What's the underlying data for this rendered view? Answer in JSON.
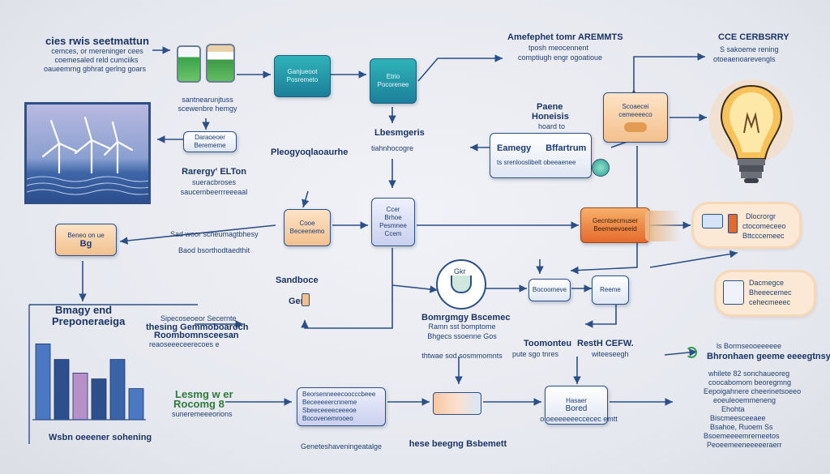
{
  "title_block": {
    "line1": "cies rwis seetmattun",
    "line2": "cemces, or mereninger cees",
    "line3": "coemesaled reld cumciiks",
    "line4": "oaueemrng gbhrat gerlng goars"
  },
  "top_center": {
    "line1": "Amefephet tomr AREMMTS",
    "line2": "tposh meocennent",
    "line3": "comptiugh engr ogoatioue"
  },
  "top_right": {
    "line1": "CCE CERBSRRY",
    "line2": "S sakoeme rening",
    "line3": "otoeaenoarevengls"
  },
  "batteries": {
    "line1": "santnearunjtuss",
    "line2": "scewenbre hemgy"
  },
  "teal_box_1": {
    "line1": "Ganjueoot",
    "line2": "Posremeto"
  },
  "teal_box_2": {
    "line1": "Etrio",
    "line2": "Pocorenee"
  },
  "wind": {
    "caption_box": "Daraoeoer",
    "caption_box2": "Berememe",
    "label1": "Rarergy' ELTon",
    "label2": "sueracbroses",
    "label3": "saucembeerrreeeaal"
  },
  "mid_labels": {
    "storage_left": "Pleogyoqlaoaurhe",
    "storage_right1": "Lbesmgeris",
    "storage_right2": "tiahnhocogre",
    "paene1": "Paene",
    "paene2": "Honeisis",
    "paene3": "hoard to"
  },
  "energy_box": {
    "line1": "Eamegy",
    "line2": "Bffartrum",
    "line3": "ts srenlooslibelt obeeaenee"
  },
  "bulb_box": {
    "line1": "Scoaecei",
    "line2": "cemeeeeco"
  },
  "left_small_box": {
    "line1": "Beneo on ue",
    "line2": "Bg"
  },
  "left_mid_labels": {
    "line1": "Sad woor scheumagtbhesy",
    "line2": "Baod bsorthodtaedthit"
  },
  "peach_box": {
    "line1": "Cooe",
    "line2": "Beceenemo"
  },
  "pale_box": {
    "line1": "Ccer",
    "line2": "Brhoe",
    "line3": "Pesmnee",
    "line4": "Ccem"
  },
  "orange_box": {
    "line1": "Gecntsecmuser",
    "line2": "Beemeevoeeid"
  },
  "right_blob_1": {
    "line1": "Dlocrorgr",
    "line2": "ctocomeceeo",
    "line3": "Bttcccemeec"
  },
  "right_blob_2": {
    "line1": "Dacmegce",
    "line2": "Bheeecemec",
    "line3": "cehecmeeec"
  },
  "sandboe": {
    "line1": "Sandboce",
    "line2": "Gem"
  },
  "meter": {
    "label": "Gkr",
    "line1": "Bomrgmgy Bscemec",
    "line2": "Ramn sst bomptome",
    "line3": "Bhgecs ssoenne Gos",
    "line4": "thtwae sod sosmmomnts"
  },
  "small_boxes": {
    "a": "Bocoomeve",
    "b": "Reeme"
  },
  "mid_right_labels": {
    "line1": "Toomonteu",
    "line2": "pute sgo tnres",
    "line3": "RestH CEFW.",
    "line4": "witeeseegh"
  },
  "chart_panel": {
    "title1": "Bmagy end",
    "title2": "Preponeraeiga",
    "footer": "Wsbn oeeener sohening"
  },
  "chart_notes": {
    "line1": "Sipecoseoeor Secernte",
    "line2": "thesing Gemmoboaroch",
    "line3": "Roombomnsceesan",
    "line4": "reaoseeeceerecoes e"
  },
  "bottom_left": {
    "line1": "Lesmg w er",
    "line2": "Rocomg 8",
    "line3": "suneremeeeorions"
  },
  "bottom_box": {
    "line1": "Beorsenneeecoocccbeee",
    "line2": "Beceeeeercnneme",
    "line3": "Sbeeceeeeceeeoe",
    "line4": "Bocovenemrooeo",
    "caption": "Geneteshaveningeatalge"
  },
  "bottom_mid": {
    "caption": "hese beegng Bsbemett"
  },
  "bottom_right_box": {
    "line1": "Hasaer",
    "line2": "Bored",
    "line3": "o oeeeeeeeccecec emtt"
  },
  "far_right": {
    "line1": "ls Bormseooeeeeee",
    "line2": "Bhronhaen geeme eeeegtnsy",
    "line3": "whilete 82 sonchaueoreg",
    "line4": "coocabomom beoregmng",
    "line5": "Eepoigahnere cheerinetsoeeo",
    "line6": "eoeuleoemmeneng",
    "line7": "Ehohta",
    "line8": "Biscmeesceeaee",
    "line9": "Bsahoe, Ruoem Ss",
    "line10": "Bsoemeeeemrerneetos",
    "line11": "Peoeemeeneeeeeraerr"
  },
  "colors": {
    "wire": "#2c4f86",
    "teal": "#1c7f9a",
    "peach": "#f3c08d",
    "orange": "#e46a2c",
    "bulb_glow": "#f6d8b8",
    "bar_blue": "#2e4f8e"
  },
  "chart_data": {
    "type": "bar",
    "categories": [
      "",
      "",
      "",
      "",
      "",
      ""
    ],
    "series": [
      {
        "values": [
          78,
          62,
          48,
          42,
          62,
          32
        ]
      }
    ],
    "ylim": [
      0,
      100
    ]
  }
}
